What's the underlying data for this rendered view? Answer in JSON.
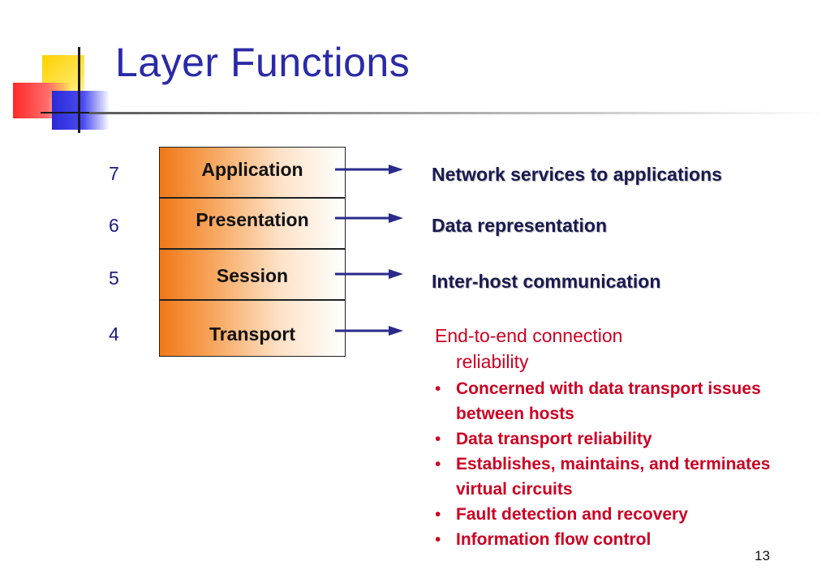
{
  "slide": {
    "title": "Layer Functions",
    "page_number": "13"
  },
  "layers": [
    {
      "number": "7",
      "name": "Application",
      "function": "Network services to applications"
    },
    {
      "number": "6",
      "name": "Presentation",
      "function": "Data representation"
    },
    {
      "number": "5",
      "name": "Session",
      "function": "Inter-host communication"
    },
    {
      "number": "4",
      "name": "Transport",
      "function": ""
    }
  ],
  "transport_detail": {
    "heading_line1": "End-to-end connection",
    "heading_line2": "reliability",
    "bullets": [
      "Concerned with data transport issues between hosts",
      "Data transport reliability",
      "Establishes, maintains, and terminates virtual circuits",
      "Fault detection and recovery",
      "Information flow control"
    ]
  },
  "colors": {
    "title": "#2a2aa8",
    "arrow": "#2a2a8a",
    "transport_text": "#cc0022",
    "box_orange": "#f07818"
  }
}
